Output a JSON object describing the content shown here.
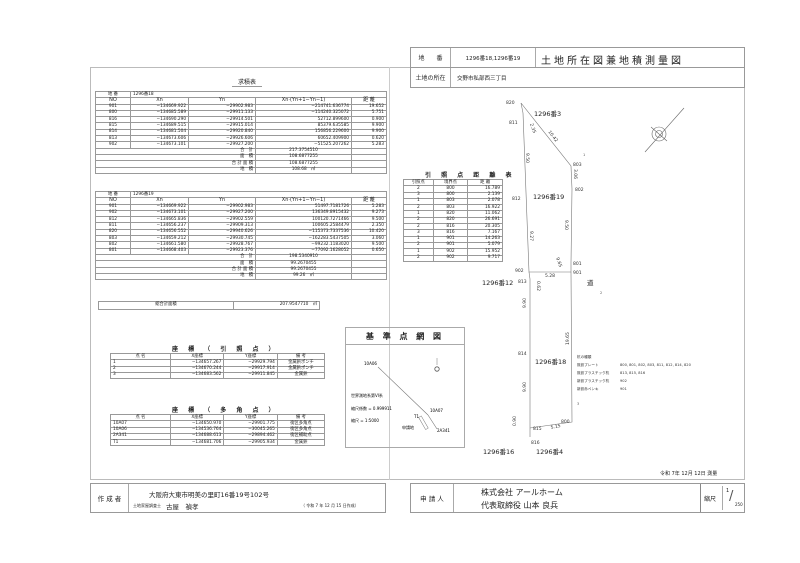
{
  "header": {
    "chiban_label": "地　　番",
    "chiban_value": "1296番18,1296番19",
    "title": "土地所在図兼地積測量図",
    "location_label": "土地の所在",
    "location_value": "交野市私部西三丁目"
  },
  "area_table": {
    "title": "求積表",
    "columns": [
      "NO",
      "Xn",
      "Yn",
      "Xn·(Yn+1−Yn−1)",
      "距 離"
    ],
    "summary_labels": [
      "合　計",
      "面　積",
      "合 計 面 積",
      "地　積"
    ],
    "parcels": [
      {
        "chiban_label": "地 番",
        "chiban": "1296番18",
        "rows": [
          [
            "901",
            "−134669.922",
            "−29902.983",
            "−214741.636774",
            "19.652"
          ],
          [
            "800",
            "−134685.589",
            "−29911.133",
            "−114240.325072",
            "5.751"
          ],
          [
            "816",
            "−134690.290",
            "−29914.501",
            "52712.899600",
            "0.900"
          ],
          [
            "815",
            "−134689.515",
            "−29915.014",
            "85379.635585",
            "9.900"
          ],
          [
            "814",
            "−134681.504",
            "−29920.840",
            "156856.229600",
            "9.900"
          ],
          [
            "813",
            "−134673.606",
            "−29926.606",
            "60652.409900",
            "0.620"
          ],
          [
            "902",
            "−134673.101",
            "−29927.200",
            "−51525.207262",
            "5.283"
          ]
        ],
        "summary": [
          "217.3754510",
          "108.6877255",
          "108.6877255",
          "108.68　㎡"
        ]
      },
      {
        "chiban_label": "地 番",
        "chiban": "1296番19",
        "rows": [
          [
            "901",
            "−134669.922",
            "−29902.983",
            "51497.7181726",
            "5.283"
          ],
          [
            "902",
            "−134673.101",
            "−29927.200",
            "136349.8915432",
            "9.273"
          ],
          [
            "812",
            "−134665.836",
            "−29902.559",
            "100120.7271466",
            "9.500"
          ],
          [
            "811",
            "−134656.237",
            "−29909.313",
            "100605.2584479",
            "2.350"
          ],
          [
            "820",
            "−134656.552",
            "−29940.626",
            "−115373.7337536",
            "10.420"
          ],
          [
            "803",
            "−134659.212",
            "−29930.745",
            "−162283.5437505",
            "3.060"
          ],
          [
            "802",
            "−134661.580",
            "−29928.767",
            "−99232.1183020",
            "9.500"
          ],
          [
            "801",
            "−134668.403",
            "−29923.376",
            "−77092.1628052",
            "0.650"
          ]
        ],
        "summary": [
          "198.5340910",
          "99.2670455",
          "99.2670455",
          "99.26　㎡"
        ]
      }
    ],
    "grand_total_label": "総合計面積",
    "grand_total_value": "207.9547710　㎡"
  },
  "ref_distance": {
    "title": "引 照 点 距 離 表",
    "columns": [
      "引照点",
      "境界点",
      "距 離"
    ],
    "rows": [
      [
        "2",
        "800",
        "16.789"
      ],
      [
        "3",
        "800",
        "2.139"
      ],
      [
        "1",
        "803",
        "2.078"
      ],
      [
        "2",
        "803",
        "16.922"
      ],
      [
        "1",
        "820",
        "11.062"
      ],
      [
        "2",
        "820",
        "26.691"
      ],
      [
        "2",
        "816",
        "20.305"
      ],
      [
        "3",
        "816",
        "7.167"
      ],
      [
        "1",
        "901",
        "14.263"
      ],
      [
        "2",
        "901",
        "5.079"
      ],
      [
        "1",
        "902",
        "15.952"
      ],
      [
        "2",
        "902",
        "9.717"
      ]
    ]
  },
  "coords_ref": {
    "title": "座 標 （ 引 照 点 ）",
    "columns": [
      "点 名",
      "X座標",
      "Y座標",
      "備 考"
    ],
    "rows": [
      [
        "1",
        "−134657.267",
        "−29929.794",
        "金属鋲ポンチ"
      ],
      [
        "2",
        "−134670.244",
        "−29917.914",
        "金属鋲ポンチ"
      ],
      [
        "3",
        "−134683.562",
        "−29911.845",
        "金属鋲"
      ]
    ]
  },
  "coords_poly": {
    "title": "座 標 （ 多 角 点 ）",
    "columns": [
      "点 名",
      "X座標",
      "Y座標",
      "備 考"
    ],
    "rows": [
      [
        "10A07",
        "−134650.970",
        "−29901.775",
        "街区多角点"
      ],
      [
        "10A06",
        "−134536.764",
        "−30045.265",
        "街区多角点"
      ],
      [
        "2A341",
        "−134688.613",
        "−29894.462",
        "街区補助点"
      ],
      [
        "T1",
        "−134681.706",
        "−29905.934",
        "金属鋲"
      ]
    ]
  },
  "base_map": {
    "title": "基 準 点 網 図",
    "points": [
      "10A06",
      "10A07",
      "T1",
      "2A341"
    ],
    "site": "申請地",
    "system": "世界測地系第VI系",
    "scale_factor": "縮尺係数 = 0.999911",
    "scale": "縮尺 = 1:5000"
  },
  "survey_map": {
    "points": [
      "820",
      "811",
      "803",
      "802",
      "812",
      "801",
      "902",
      "901",
      "813",
      "814",
      "815",
      "800",
      "816"
    ],
    "parcels": [
      "1296番3",
      "1296番19",
      "1296番12",
      "1296番18",
      "1296番16",
      "1296番4"
    ],
    "road": "道",
    "distances": [
      "2.35",
      "10.42",
      "9.50",
      "3.06",
      "9.50",
      "9.27",
      "9.65",
      "5.28",
      "0.62",
      "9.90",
      "19.65",
      "9.90",
      "0.90",
      "5.15"
    ],
    "ref_marks": [
      "1",
      "2",
      "3"
    ],
    "legend": {
      "title": "杭の種類",
      "items": [
        [
          "既設プレート",
          "800, 801, 802, 803, 811, 812, 814, 820"
        ],
        [
          "既設プラスチック杭",
          "813, 815, 816"
        ],
        [
          "新設プラスチック杭",
          "902"
        ],
        [
          "新設赤ペンキ",
          "901"
        ]
      ]
    }
  },
  "survey_date": "令和 7年 12月 12日 測量",
  "footer": {
    "author_label": "作 成 者",
    "address": "大阪府大東市明美の里町16番19号102号",
    "title_role": "土地家屋調査士",
    "author_name": "古屋　禎孝",
    "created": "（ 令和 7 年 12 月 15 日作成）",
    "applicant_label": "申 請 人",
    "company": "株式会社 アールホーム",
    "representative": "代表取締役 山本 良兵",
    "scale_label": "縮尺",
    "scale_num": "1",
    "scale_den": "250"
  }
}
